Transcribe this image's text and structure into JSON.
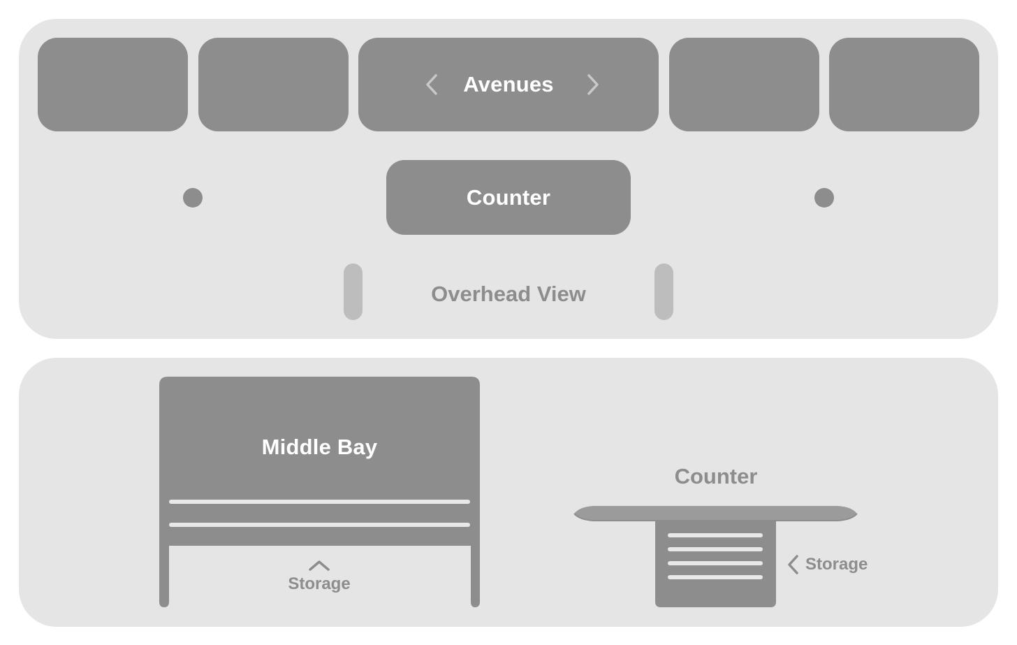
{
  "overhead": {
    "center_bay_label": "Avenues",
    "counter_label": "Counter",
    "view_label": "Overhead View",
    "prev_icon": "chevron-left-icon",
    "next_icon": "chevron-right-icon"
  },
  "side_view": {
    "middle_bay_label": "Middle Bay",
    "middle_storage_label": "Storage",
    "middle_storage_icon": "chevron-up-icon",
    "counter_label": "Counter",
    "counter_storage_label": "Storage",
    "counter_storage_icon": "chevron-left-icon"
  },
  "colors": {
    "panel": "#e5e5e5",
    "block": "#8d8d8d",
    "rail": "#bdbdbd",
    "light_line": "#e8e8e8",
    "text_white": "#ffffff"
  }
}
